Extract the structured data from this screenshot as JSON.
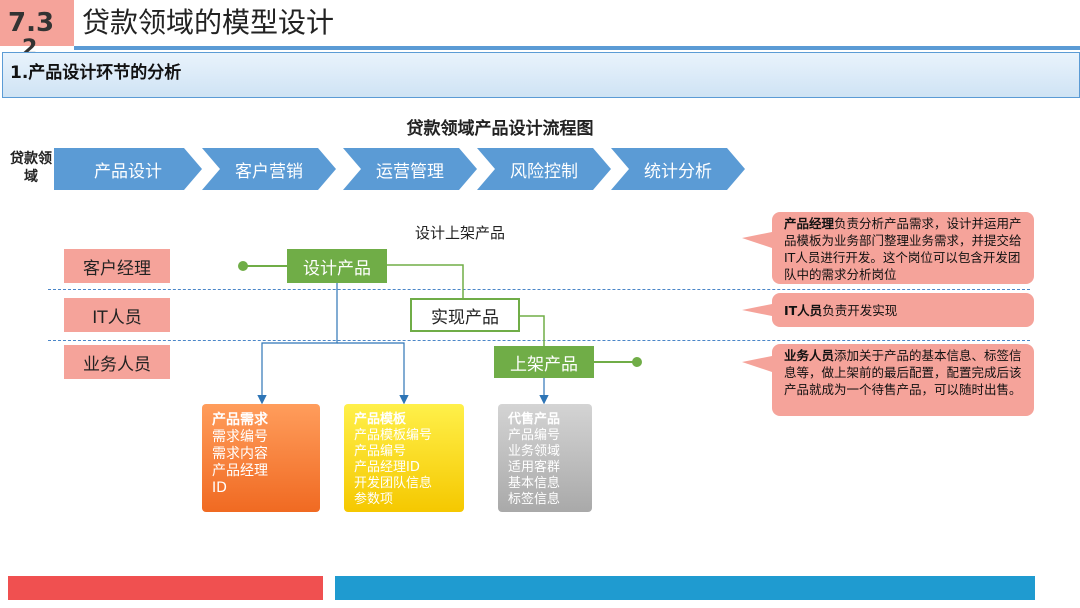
{
  "header": {
    "number": "7.3",
    "number_overflow": "2",
    "title": "贷款领域的模型设计",
    "section_title": "1.产品设计环节的分析"
  },
  "flow": {
    "title": "贷款领域产品设计流程图",
    "domain_label": "贷款领域",
    "stages": [
      "产品设计",
      "客户营销",
      "运营管理",
      "风险控制",
      "统计分析"
    ]
  },
  "swimlane": {
    "caption": "设计上架产品",
    "roles": [
      "客户经理",
      "IT人员",
      "业务人员"
    ],
    "steps": {
      "design": "设计产品",
      "implement": "实现产品",
      "launch": "上架产品"
    }
  },
  "cards": [
    {
      "title": "产品需求",
      "items": [
        "需求编号",
        "需求内容",
        "产品经理",
        "ID"
      ]
    },
    {
      "title": "产品模板",
      "items": [
        "产品模板编号",
        "产品编号",
        "产品经理ID",
        "开发团队信息",
        "参数项"
      ]
    },
    {
      "title": "代售产品",
      "items": [
        "产品编号",
        "业务领域",
        "适用客群",
        "基本信息",
        "标签信息"
      ]
    }
  ],
  "callouts": [
    {
      "bold": "产品经理",
      "text": "负责分析产品需求，设计并运用产品模板为业务部门整理业务需求，并提交给IT人员进行开发。这个岗位可以包含开发团队中的需求分析岗位"
    },
    {
      "bold": "IT人员",
      "text": "负责开发实现"
    },
    {
      "bold": "业务人员",
      "text": "添加关于产品的基本信息、标签信息等，做上架前的最后配置，配置完成后该产品就成为一个待售产品，可以随时出售。"
    }
  ],
  "colors": {
    "accent_blue": "#5b9bd5",
    "role_pink": "#f5a39a",
    "step_green": "#70ad47",
    "card_orange": "#f06a22",
    "card_yellow": "#f5c800",
    "card_gray": "#a9a9a9",
    "footer_red": "#f05050",
    "footer_blue": "#1f9bd0"
  }
}
